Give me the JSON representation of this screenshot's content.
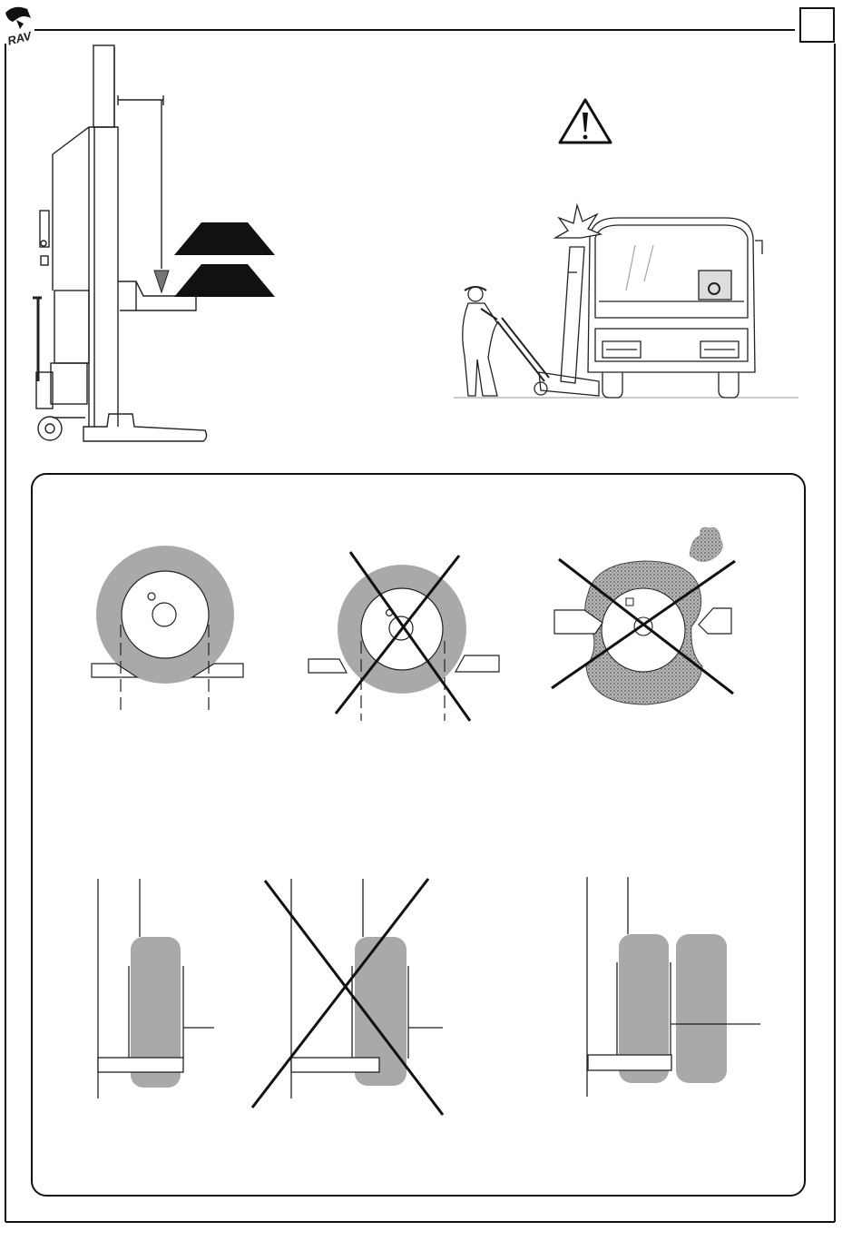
{
  "header": {
    "logo": {
      "icon": "manufacturer-logo-icon",
      "lettering": "RAV"
    },
    "page_number_box": {
      "text": ""
    }
  },
  "figures": [
    {
      "name": "lift-column-side-view",
      "icon": "column-lift-side-icon"
    },
    {
      "name": "load-level-markers",
      "icon": "trapezoid-markers-icon"
    },
    {
      "name": "warning-sign",
      "icon": "warning-triangle-icon"
    },
    {
      "name": "bus-collision-warning",
      "icon": "bus-collision-icon"
    },
    {
      "name": "wheel-fork-correct-front",
      "icon": "wheel-correct-icon",
      "status": "correct"
    },
    {
      "name": "wheel-fork-wrong-small",
      "icon": "wheel-wrong-icon",
      "status": "wrong"
    },
    {
      "name": "wheel-deformed-wrong",
      "icon": "wheel-deformed-icon",
      "status": "wrong"
    },
    {
      "name": "tyre-side-correct",
      "icon": "tyre-side-correct-icon",
      "status": "correct"
    },
    {
      "name": "tyre-side-wrong",
      "icon": "tyre-side-wrong-icon",
      "status": "wrong"
    },
    {
      "name": "twin-tyre-side",
      "icon": "twin-tyre-icon",
      "status": "correct"
    }
  ],
  "colors": {
    "line": "#111111",
    "tyre_gray": "#a9a9ab",
    "stipple_gray": "#8c8c8c",
    "background": "#ffffff"
  }
}
